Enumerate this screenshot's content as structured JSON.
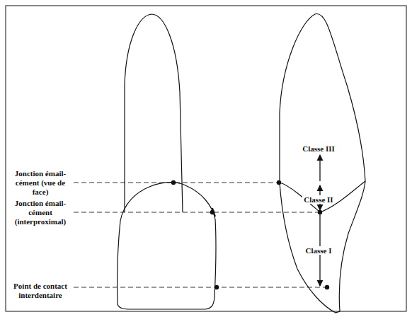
{
  "diagram": {
    "labels": [
      "Jonction émail-cément (vue de face)",
      "Jonction émail-cément (interproximal)",
      "Point de contact interdentaire",
      "Classe III",
      "Classe II",
      "Classe I"
    ]
  }
}
